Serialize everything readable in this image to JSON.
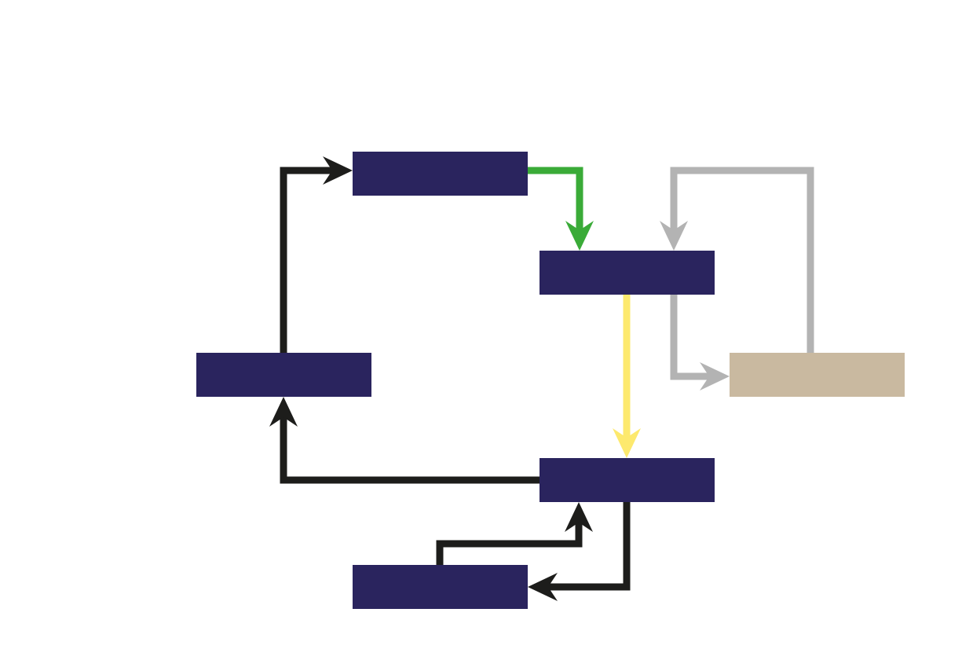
{
  "colors": {
    "background": "#ffffff",
    "box_primary": "#2a245e",
    "box_secondary": "#c9b9a0",
    "arrow_black": "#1d1d1b",
    "arrow_green": "#3aab38",
    "arrow_yellow": "#fde96e",
    "arrow_gray": "#b3b3b3"
  },
  "nodes": [
    {
      "id": "top",
      "label": "",
      "color": "box_primary"
    },
    {
      "id": "middle-right",
      "label": "",
      "color": "box_primary"
    },
    {
      "id": "left",
      "label": "",
      "color": "box_primary"
    },
    {
      "id": "far-right",
      "label": "",
      "color": "box_secondary"
    },
    {
      "id": "lower-right",
      "label": "",
      "color": "box_primary"
    },
    {
      "id": "bottom",
      "label": "",
      "color": "box_primary"
    }
  ],
  "edges": [
    {
      "from": "left",
      "to": "top",
      "color": "arrow_black"
    },
    {
      "from": "top",
      "to": "middle-right",
      "color": "arrow_green"
    },
    {
      "from": "far-right",
      "to": "middle-right",
      "color": "arrow_gray"
    },
    {
      "from": "middle-right",
      "to": "far-right",
      "color": "arrow_gray"
    },
    {
      "from": "middle-right",
      "to": "lower-right",
      "color": "arrow_yellow"
    },
    {
      "from": "lower-right",
      "to": "left",
      "color": "arrow_black"
    },
    {
      "from": "bottom",
      "to": "lower-right",
      "color": "arrow_black"
    },
    {
      "from": "lower-right",
      "to": "bottom",
      "color": "arrow_black"
    }
  ]
}
